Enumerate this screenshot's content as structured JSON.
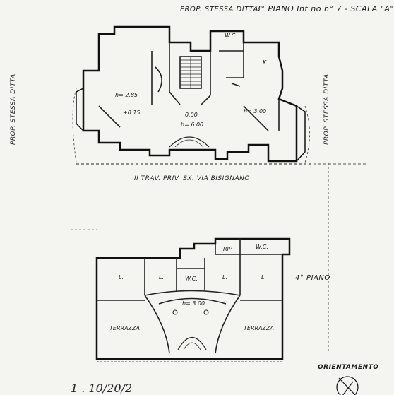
{
  "header": {
    "owner_top": "PROP. STESSA DITTA",
    "floor_info": "3° PIANO Int.no n° 7 - SCALA \"A\""
  },
  "sides": {
    "left": "PROP. STESSA DITTA",
    "right": "PROP. STESSA DITTA"
  },
  "street": "II TRAV. PRIV. SX. VIA BISIGNANO",
  "floor3_rooms": {
    "wc": "W.C.",
    "kitchen": "K",
    "h_left": "h= 2.85",
    "level_left": "+0.15",
    "h_center_a": "0.00",
    "h_center_b": "h= 6.00",
    "h_right": "h= 3.00"
  },
  "floor4": {
    "title": "4° PIANO",
    "rip": "RIP.",
    "wc": "W.C.",
    "wc2": "W.C.",
    "l1": "L.",
    "l2": "L.",
    "l3": "L.",
    "l4": "L.",
    "h": "h= 3.00",
    "terrace_left": "TERRAZZA",
    "terrace_right": "TERRAZZA"
  },
  "orientation": "ORIENTAMENTO",
  "signature": "1 . 10/20/2"
}
